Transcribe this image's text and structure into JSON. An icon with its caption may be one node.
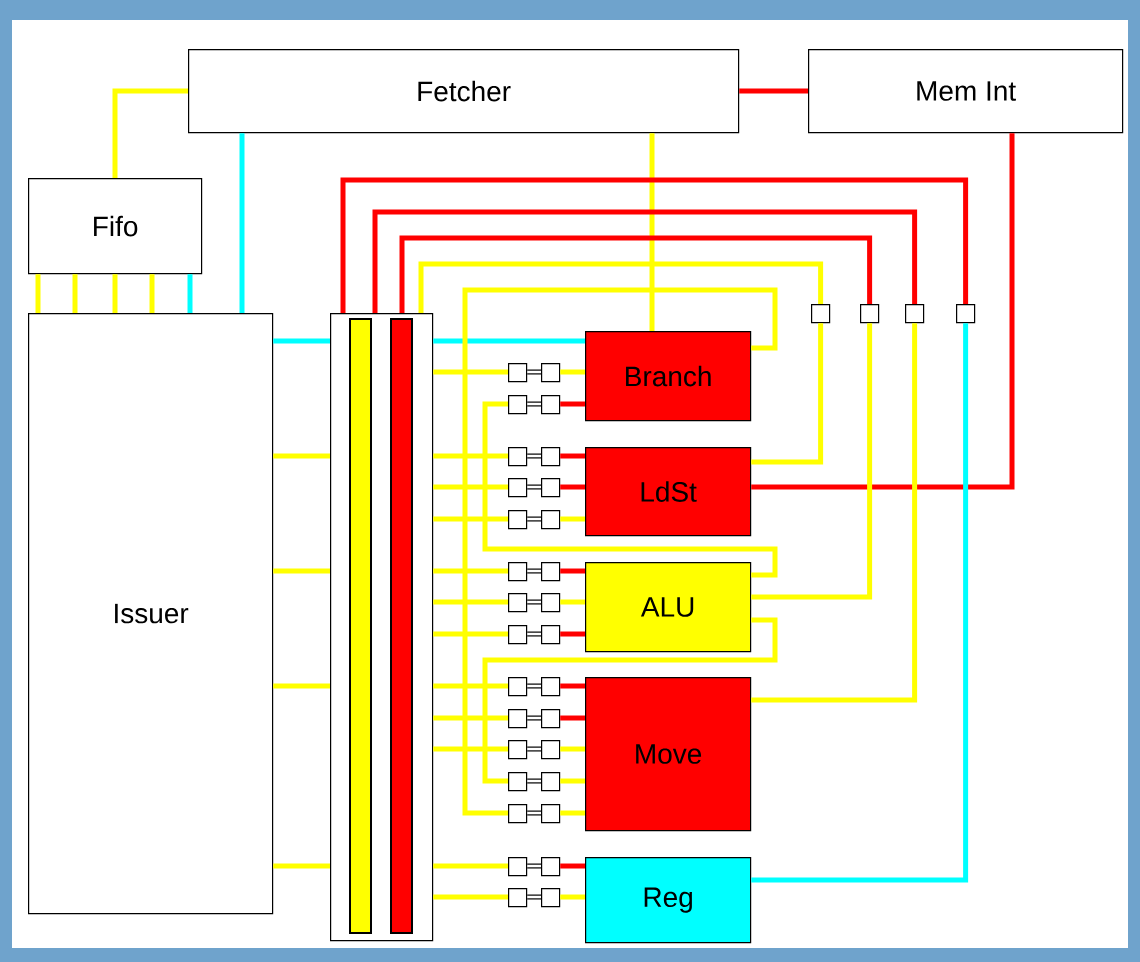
{
  "diagram": {
    "nodes": [
      {
        "text": [
          "Fetcher"
        ]
      },
      {
        "text": [
          "Mem Int"
        ]
      },
      {
        "text": [
          "Fifo"
        ]
      },
      {
        "text": [
          "Issuer"
        ]
      },
      {
        "text": [],
        "shape": "box"
      },
      {
        "text": [
          "Branch"
        ]
      },
      {
        "text": [
          "LdSt"
        ]
      },
      {
        "text": [
          "ALU"
        ]
      },
      {
        "text": [
          "Move"
        ]
      },
      {
        "text": [
          "Reg"
        ]
      },
      {
        "text": [],
        "shape": "bar",
        "in": 4
      },
      {
        "text": [],
        "shape": "bar",
        "in": 4
      },
      {
        "text": [],
        "shape": "box"
      },
      {
        "text": [],
        "shape": "box"
      },
      {
        "text": [],
        "shape": "box"
      },
      {
        "text": [],
        "shape": "box"
      },
      {
        "text": [],
        "shape": "box"
      },
      {
        "text": [],
        "shape": "box"
      },
      {
        "text": [],
        "shape": "box"
      },
      {
        "text": [],
        "shape": "box"
      },
      {
        "text": [],
        "shape": "box"
      },
      {
        "text": [],
        "shape": "box"
      },
      {
        "text": [],
        "shape": "box"
      },
      {
        "text": [],
        "shape": "box"
      },
      {
        "text": [],
        "shape": "box"
      },
      {
        "text": [],
        "shape": "box"
      },
      {
        "text": [],
        "shape": "box"
      },
      {
        "text": [],
        "shape": "box"
      },
      {
        "text": [],
        "shape": "box"
      },
      {
        "text": [],
        "shape": "box"
      },
      {
        "text": [],
        "shape": "box"
      },
      {
        "text": [],
        "shape": "box"
      },
      {
        "text": [],
        "shape": "box"
      },
      {
        "text": [],
        "shape": "box"
      },
      {
        "text": [],
        "shape": "box"
      },
      {
        "text": [],
        "shape": "box"
      },
      {
        "text": [],
        "shape": "box"
      },
      {
        "text": [],
        "shape": "box"
      },
      {
        "text": [],
        "shape": "box"
      },
      {
        "text": [],
        "shape": "box"
      },
      {
        "text": [],
        "shape": "box"
      },
      {
        "text": [],
        "shape": "box"
      },
      {
        "text": [],
        "shape": "box"
      },
      {
        "text": [],
        "shape": "box"
      },
      {
        "text": [],
        "shape": "box"
      },
      {
        "text": [],
        "shape": "box"
      }
    ],
    "edges": [
      {
        "from": 0,
        "to": 2,
        "arrow": "none"
      },
      {
        "from": 0,
        "to": 1,
        "arrow": "none",
        "color": "#ff0000"
      },
      {
        "from": 0,
        "to": 3,
        "arrow": "none",
        "color": "#00ffff"
      },
      {
        "from": 0,
        "to": 5,
        "arrow": "none"
      },
      {
        "from": 1,
        "to": 6,
        "arrow": "none",
        "color": "#ff0000"
      },
      {
        "from": 2,
        "to": 3,
        "arrow": "none"
      },
      {
        "from": 2,
        "to": 3,
        "arrow": "none"
      },
      {
        "from": 2,
        "to": 3,
        "arrow": "none"
      },
      {
        "from": 2,
        "to": 3,
        "arrow": "none"
      },
      {
        "from": 2,
        "to": 3,
        "arrow": "none",
        "color": "#00ffff"
      },
      {
        "from": 3,
        "to": 4,
        "arrow": "none",
        "color": "#00ffff"
      },
      {
        "from": 3,
        "to": 4,
        "arrow": "none"
      },
      {
        "from": 3,
        "to": 4,
        "arrow": "none"
      },
      {
        "from": 3,
        "to": 4,
        "arrow": "none"
      },
      {
        "from": 3,
        "to": 4,
        "arrow": "none"
      },
      {
        "from": 4,
        "to": 5,
        "arrow": "none",
        "color": "#00ffff"
      },
      {
        "from": 4,
        "to": 15,
        "arrow": "none",
        "color": "#ff0000"
      },
      {
        "from": 15,
        "to": 9,
        "arrow": "none",
        "color": "#00ffff"
      },
      {
        "from": 4,
        "to": 14,
        "arrow": "none",
        "color": "#ff0000"
      },
      {
        "from": 14,
        "to": 8,
        "arrow": "none"
      },
      {
        "from": 4,
        "to": 13,
        "arrow": "none",
        "color": "#ff0000"
      },
      {
        "from": 13,
        "to": 7,
        "arrow": "none"
      },
      {
        "from": 4,
        "to": 12,
        "arrow": "none"
      },
      {
        "from": 12,
        "to": 6,
        "arrow": "none"
      },
      {
        "from": 5,
        "to": 40,
        "arrow": "none"
      },
      {
        "from": 7,
        "to": 18,
        "arrow": "none"
      },
      {
        "from": 7,
        "to": 38,
        "arrow": "none"
      },
      {
        "from": 4,
        "to": 16,
        "arrow": "none"
      },
      {
        "from": 16,
        "to": 17,
        "arrow": "none",
        "color": "#000000"
      },
      {
        "from": 17,
        "to": 5,
        "arrow": "none"
      },
      {
        "from": 18,
        "to": 19,
        "arrow": "none",
        "color": "#000000"
      },
      {
        "from": 19,
        "to": 5,
        "arrow": "none",
        "color": "#ff0000"
      },
      {
        "from": 4,
        "to": 20,
        "arrow": "none"
      },
      {
        "from": 20,
        "to": 21,
        "arrow": "none",
        "color": "#000000"
      },
      {
        "from": 21,
        "to": 6,
        "arrow": "none",
        "color": "#ff0000"
      },
      {
        "from": 4,
        "to": 22,
        "arrow": "none"
      },
      {
        "from": 22,
        "to": 23,
        "arrow": "none",
        "color": "#000000"
      },
      {
        "from": 23,
        "to": 6,
        "arrow": "none",
        "color": "#ff0000"
      },
      {
        "from": 4,
        "to": 24,
        "arrow": "none"
      },
      {
        "from": 24,
        "to": 25,
        "arrow": "none",
        "color": "#000000"
      },
      {
        "from": 25,
        "to": 6,
        "arrow": "none"
      },
      {
        "from": 4,
        "to": 26,
        "arrow": "none"
      },
      {
        "from": 26,
        "to": 27,
        "arrow": "none",
        "color": "#000000"
      },
      {
        "from": 27,
        "to": 7,
        "arrow": "none",
        "color": "#ff0000"
      },
      {
        "from": 4,
        "to": 28,
        "arrow": "none"
      },
      {
        "from": 28,
        "to": 29,
        "arrow": "none",
        "color": "#000000"
      },
      {
        "from": 29,
        "to": 7,
        "arrow": "none"
      },
      {
        "from": 4,
        "to": 30,
        "arrow": "none"
      },
      {
        "from": 30,
        "to": 31,
        "arrow": "none",
        "color": "#000000"
      },
      {
        "from": 31,
        "to": 7,
        "arrow": "none",
        "color": "#ff0000"
      },
      {
        "from": 4,
        "to": 32,
        "arrow": "none"
      },
      {
        "from": 32,
        "to": 33,
        "arrow": "none",
        "color": "#000000"
      },
      {
        "from": 33,
        "to": 8,
        "arrow": "none",
        "color": "#ff0000"
      },
      {
        "from": 4,
        "to": 34,
        "arrow": "none"
      },
      {
        "from": 34,
        "to": 35,
        "arrow": "none",
        "color": "#000000"
      },
      {
        "from": 35,
        "to": 8,
        "arrow": "none",
        "color": "#ff0000"
      },
      {
        "from": 4,
        "to": 36,
        "arrow": "none"
      },
      {
        "from": 36,
        "to": 37,
        "arrow": "none",
        "color": "#000000"
      },
      {
        "from": 37,
        "to": 8,
        "arrow": "none"
      },
      {
        "from": 38,
        "to": 39,
        "arrow": "none",
        "color": "#000000"
      },
      {
        "from": 39,
        "to": 8,
        "arrow": "none"
      },
      {
        "from": 40,
        "to": 41,
        "arrow": "none",
        "color": "#000000"
      },
      {
        "from": 41,
        "to": 8,
        "arrow": "none"
      },
      {
        "from": 4,
        "to": 42,
        "arrow": "none"
      },
      {
        "from": 42,
        "to": 43,
        "arrow": "none",
        "color": "#000000"
      },
      {
        "from": 43,
        "to": 9,
        "arrow": "none",
        "color": "#ff0000"
      },
      {
        "from": 4,
        "to": 44,
        "arrow": "none"
      },
      {
        "from": 44,
        "to": 45,
        "arrow": "none",
        "color": "#000000"
      },
      {
        "from": 45,
        "to": 9,
        "arrow": "none"
      }
    ]
  }
}
